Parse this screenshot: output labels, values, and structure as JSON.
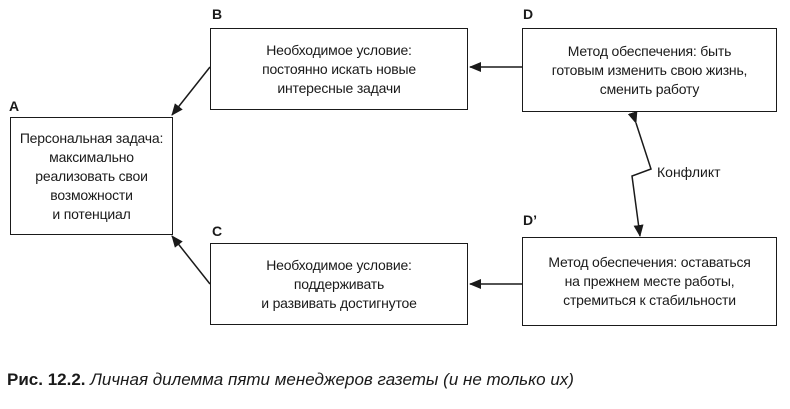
{
  "diagram": {
    "nodes": [
      {
        "id": "A",
        "letter": "A",
        "text": "Персональная задача:\nмаксимально\nреализовать свои\nвозможности\nи потенциал"
      },
      {
        "id": "B",
        "letter": "B",
        "text": "Необходимое условие:\nпостоянно искать новые\nинтересные задачи"
      },
      {
        "id": "C",
        "letter": "C",
        "text": "Необходимое условие:\nподдерживать\nи развивать достигнутое"
      },
      {
        "id": "D",
        "letter": "D",
        "text": "Метод обеспечения: быть\nготовым изменить свою жизнь,\nсменить работу"
      },
      {
        "id": "D2",
        "letter": "D’",
        "text": "Метод обеспечения: оставаться\nна прежнем месте работы,\nстремиться к стабильности"
      }
    ],
    "edges": [
      {
        "from": "D",
        "to": "B"
      },
      {
        "from": "B",
        "to": "A"
      },
      {
        "from": "D2",
        "to": "C"
      },
      {
        "from": "C",
        "to": "A"
      },
      {
        "from": "D",
        "to": "D2",
        "kind": "conflict"
      }
    ],
    "conflict_label": "Конфликт"
  },
  "caption": {
    "figure": "Рис. 12.2.",
    "text": "Личная дилемма пяти менеджеров газеты (и не только их)"
  }
}
